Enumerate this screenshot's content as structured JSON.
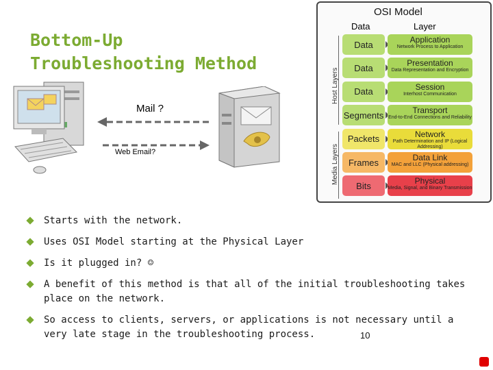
{
  "title": {
    "line1": "Bottom-Up",
    "line2": "Troubleshooting Method"
  },
  "scene": {
    "mail_label": "Mail ?",
    "web_label": "Web Email?"
  },
  "osi": {
    "title": "OSI Model",
    "header_data": "Data",
    "header_layer": "Layer",
    "host_label": "Host Layers",
    "media_label": "Media Layers",
    "rows": [
      {
        "data": "Data",
        "name": "Application",
        "desc": "Network Process to Application",
        "color": "#a9d45a",
        "dcolor": "#b8dd74"
      },
      {
        "data": "Data",
        "name": "Presentation",
        "desc": "Data Representation and Encryption",
        "color": "#a9d45a",
        "dcolor": "#b8dd74"
      },
      {
        "data": "Data",
        "name": "Session",
        "desc": "Interhost Communication",
        "color": "#a9d45a",
        "dcolor": "#b8dd74"
      },
      {
        "data": "Segments",
        "name": "Transport",
        "desc": "End-to-End Connections and Reliability",
        "color": "#a9d45a",
        "dcolor": "#b8dd74"
      },
      {
        "data": "Packets",
        "name": "Network",
        "desc": "Path Determination and IP (Logical Addressing)",
        "color": "#e9dc3a",
        "dcolor": "#f0e66a"
      },
      {
        "data": "Frames",
        "name": "Data Link",
        "desc": "MAC and LLC (Physical addressing)",
        "color": "#f3a13a",
        "dcolor": "#f6b866"
      },
      {
        "data": "Bits",
        "name": "Physical",
        "desc": "Media, Signal, and Binary Transmission",
        "color": "#e8404a",
        "dcolor": "#ee6a72"
      }
    ]
  },
  "bullets": [
    "Starts with the network.",
    "Uses OSI Model starting at the Physical Layer",
    "Is it plugged in? ☺",
    "A benefit of this method is that all of the initial troubleshooting takes place on the network.",
    "So access to clients, servers, or applications is not necessary until a very late stage in the troubleshooting process."
  ],
  "page_number": "10",
  "colors": {
    "accent": "#7cab32",
    "marker": "#e00000"
  }
}
